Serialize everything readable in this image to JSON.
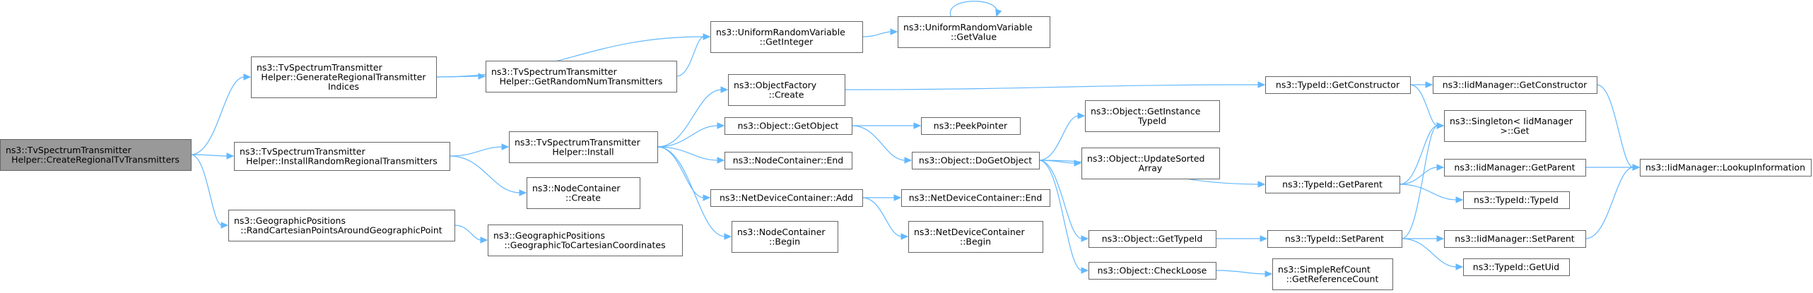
{
  "diagram": {
    "type": "call-graph",
    "colors": {
      "edge": "#63b8ff",
      "node_fill": "#ffffff",
      "root_fill": "#999999",
      "node_border": "#666666"
    },
    "nodes": [
      {
        "id": "root",
        "lines": [
          "ns3::TvSpectrumTransmitter",
          "Helper::CreateRegionalTvTransmitters"
        ],
        "root": true
      },
      {
        "id": "gen",
        "lines": [
          "ns3::TvSpectrumTransmitter",
          "Helper::GenerateRegionalTransmitter",
          "Indices"
        ]
      },
      {
        "id": "inst_rand",
        "lines": [
          "ns3::TvSpectrumTransmitter",
          "Helper::InstallRandomRegionalTransmitters"
        ]
      },
      {
        "id": "geo_rand",
        "lines": [
          "ns3::GeographicPositions",
          "::RandCartesianPointsAroundGeographicPoint"
        ]
      },
      {
        "id": "uni_getint",
        "lines": [
          "ns3::UniformRandomVariable",
          "::GetInteger"
        ]
      },
      {
        "id": "getrandnum",
        "lines": [
          "ns3::TvSpectrumTransmitter",
          "Helper::GetRandomNumTransmitters"
        ]
      },
      {
        "id": "uni_getval",
        "lines": [
          "ns3::UniformRandomVariable",
          "::GetValue"
        ]
      },
      {
        "id": "install",
        "lines": [
          "ns3::TvSpectrumTransmitter",
          "Helper::Install"
        ]
      },
      {
        "id": "nc_create",
        "lines": [
          "ns3::NodeContainer",
          "::Create"
        ]
      },
      {
        "id": "geo_conv",
        "lines": [
          "ns3::GeographicPositions",
          "::GeographicToCartesianCoordinates"
        ]
      },
      {
        "id": "objfactory",
        "lines": [
          "ns3::ObjectFactory",
          "::Create"
        ]
      },
      {
        "id": "getobject",
        "lines": [
          "ns3::Object::GetObject"
        ]
      },
      {
        "id": "nc_end",
        "lines": [
          "ns3::NodeContainer::End"
        ]
      },
      {
        "id": "ndc_add",
        "lines": [
          "ns3::NetDeviceContainer::Add"
        ]
      },
      {
        "id": "nc_begin",
        "lines": [
          "ns3::NodeContainer",
          "::Begin"
        ]
      },
      {
        "id": "peek",
        "lines": [
          "ns3::PeekPointer"
        ]
      },
      {
        "id": "dogetobject",
        "lines": [
          "ns3::Object::DoGetObject"
        ]
      },
      {
        "id": "ndc_end",
        "lines": [
          "ns3::NetDeviceContainer::End"
        ]
      },
      {
        "id": "ndc_begin",
        "lines": [
          "ns3::NetDeviceContainer",
          "::Begin"
        ]
      },
      {
        "id": "getinst",
        "lines": [
          "ns3::Object::GetInstance",
          "TypeId"
        ]
      },
      {
        "id": "updsorted",
        "lines": [
          "ns3::Object::UpdateSorted",
          "Array"
        ]
      },
      {
        "id": "gettypeid",
        "lines": [
          "ns3::Object::GetTypeId"
        ]
      },
      {
        "id": "checkloose",
        "lines": [
          "ns3::Object::CheckLoose"
        ]
      },
      {
        "id": "tid_getctor",
        "lines": [
          "ns3::TypeId::GetConstructor"
        ]
      },
      {
        "id": "tid_getparent",
        "lines": [
          "ns3::TypeId::GetParent"
        ]
      },
      {
        "id": "tid_setparent",
        "lines": [
          "ns3::TypeId::SetParent"
        ]
      },
      {
        "id": "refcount",
        "lines": [
          "ns3::SimpleRefCount",
          "::GetReferenceCount"
        ]
      },
      {
        "id": "iid_getctor",
        "lines": [
          "ns3::IidManager::GetConstructor"
        ]
      },
      {
        "id": "singleton",
        "lines": [
          "ns3::Singleton< IidManager",
          " >::Get"
        ]
      },
      {
        "id": "iid_getparent",
        "lines": [
          "ns3::IidManager::GetParent"
        ]
      },
      {
        "id": "tid_typeid",
        "lines": [
          "ns3::TypeId::TypeId"
        ]
      },
      {
        "id": "iid_setparent",
        "lines": [
          "ns3::IidManager::SetParent"
        ]
      },
      {
        "id": "tid_getuid",
        "lines": [
          "ns3::TypeId::GetUid"
        ]
      },
      {
        "id": "lookup",
        "lines": [
          "ns3::IidManager::LookupInformation"
        ]
      }
    ],
    "edges": [
      [
        "root",
        "gen"
      ],
      [
        "root",
        "inst_rand"
      ],
      [
        "root",
        "geo_rand"
      ],
      [
        "gen",
        "uni_getint"
      ],
      [
        "gen",
        "getrandnum"
      ],
      [
        "getrandnum",
        "uni_getint"
      ],
      [
        "uni_getint",
        "uni_getval"
      ],
      [
        "uni_getval",
        "uni_getval"
      ],
      [
        "inst_rand",
        "install"
      ],
      [
        "inst_rand",
        "nc_create"
      ],
      [
        "geo_rand",
        "geo_conv"
      ],
      [
        "install",
        "objfactory"
      ],
      [
        "install",
        "getobject"
      ],
      [
        "install",
        "nc_end"
      ],
      [
        "install",
        "ndc_add"
      ],
      [
        "install",
        "nc_begin"
      ],
      [
        "objfactory",
        "tid_getctor"
      ],
      [
        "getobject",
        "peek"
      ],
      [
        "getobject",
        "dogetobject"
      ],
      [
        "ndc_add",
        "ndc_end"
      ],
      [
        "ndc_add",
        "ndc_begin"
      ],
      [
        "dogetobject",
        "getinst"
      ],
      [
        "dogetobject",
        "updsorted"
      ],
      [
        "dogetobject",
        "tid_getparent"
      ],
      [
        "dogetobject",
        "gettypeid"
      ],
      [
        "dogetobject",
        "checkloose"
      ],
      [
        "gettypeid",
        "tid_setparent"
      ],
      [
        "checkloose",
        "refcount"
      ],
      [
        "tid_getctor",
        "iid_getctor"
      ],
      [
        "tid_getctor",
        "singleton"
      ],
      [
        "tid_getparent",
        "singleton"
      ],
      [
        "tid_getparent",
        "iid_getparent"
      ],
      [
        "tid_getparent",
        "tid_typeid"
      ],
      [
        "tid_setparent",
        "singleton"
      ],
      [
        "tid_setparent",
        "iid_setparent"
      ],
      [
        "tid_setparent",
        "tid_getuid"
      ],
      [
        "iid_getctor",
        "lookup"
      ],
      [
        "iid_getparent",
        "lookup"
      ],
      [
        "iid_setparent",
        "lookup"
      ]
    ]
  }
}
